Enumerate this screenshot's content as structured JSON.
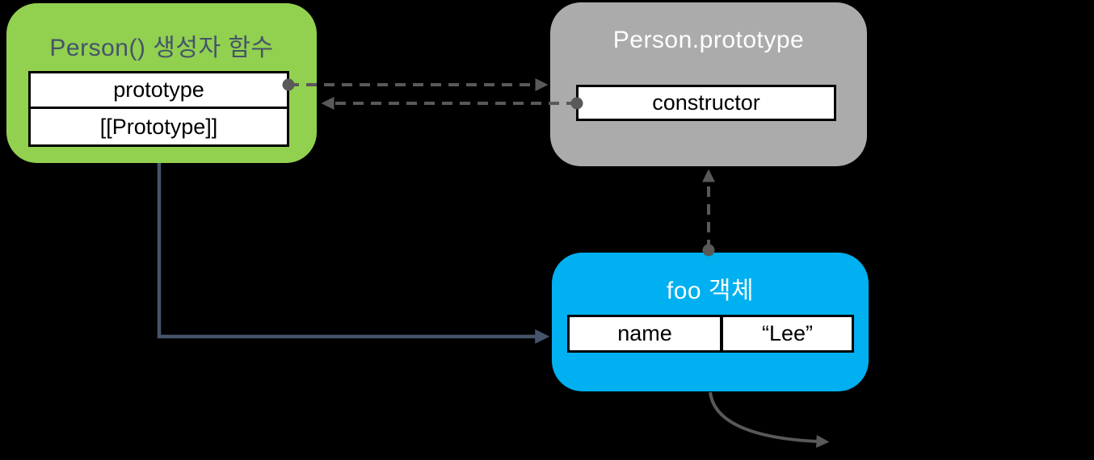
{
  "diagram": {
    "background_color": "#000000",
    "boxes": {
      "person_constructor": {
        "title": "Person() 생성자 함수",
        "fill": "#92D050",
        "title_color": "#44546A",
        "rows": [
          "prototype",
          "[[Prototype]]"
        ]
      },
      "person_prototype": {
        "title": "Person.prototype",
        "fill": "#ABABAB",
        "title_color": "#FFFFFF",
        "rows": [
          "constructor"
        ]
      },
      "foo_object": {
        "title": "foo 객체",
        "fill": "#00B0F0",
        "title_color": "#FFFFFF",
        "cells": [
          "name",
          "“Lee”"
        ]
      }
    },
    "arrows": {
      "prototype_to_person_prototype": {
        "style": "dashed",
        "color": "#595959",
        "from": "prototype slot",
        "to": "Person.prototype box"
      },
      "constructor_to_person_constructor": {
        "style": "dashed",
        "color": "#595959",
        "from": "constructor slot",
        "to": "Person() constructor box"
      },
      "foo_to_person_prototype": {
        "style": "dashed",
        "color": "#595959",
        "from": "foo object",
        "to": "Person.prototype box"
      },
      "person_constructor_to_foo": {
        "style": "solid",
        "color": "#44546A",
        "from": "Person() constructor box",
        "to": "foo object"
      },
      "foo_continuation": {
        "style": "solid-curved",
        "color": "#595959",
        "from": "foo object bottom",
        "to": "off-canvas lower right"
      }
    }
  }
}
